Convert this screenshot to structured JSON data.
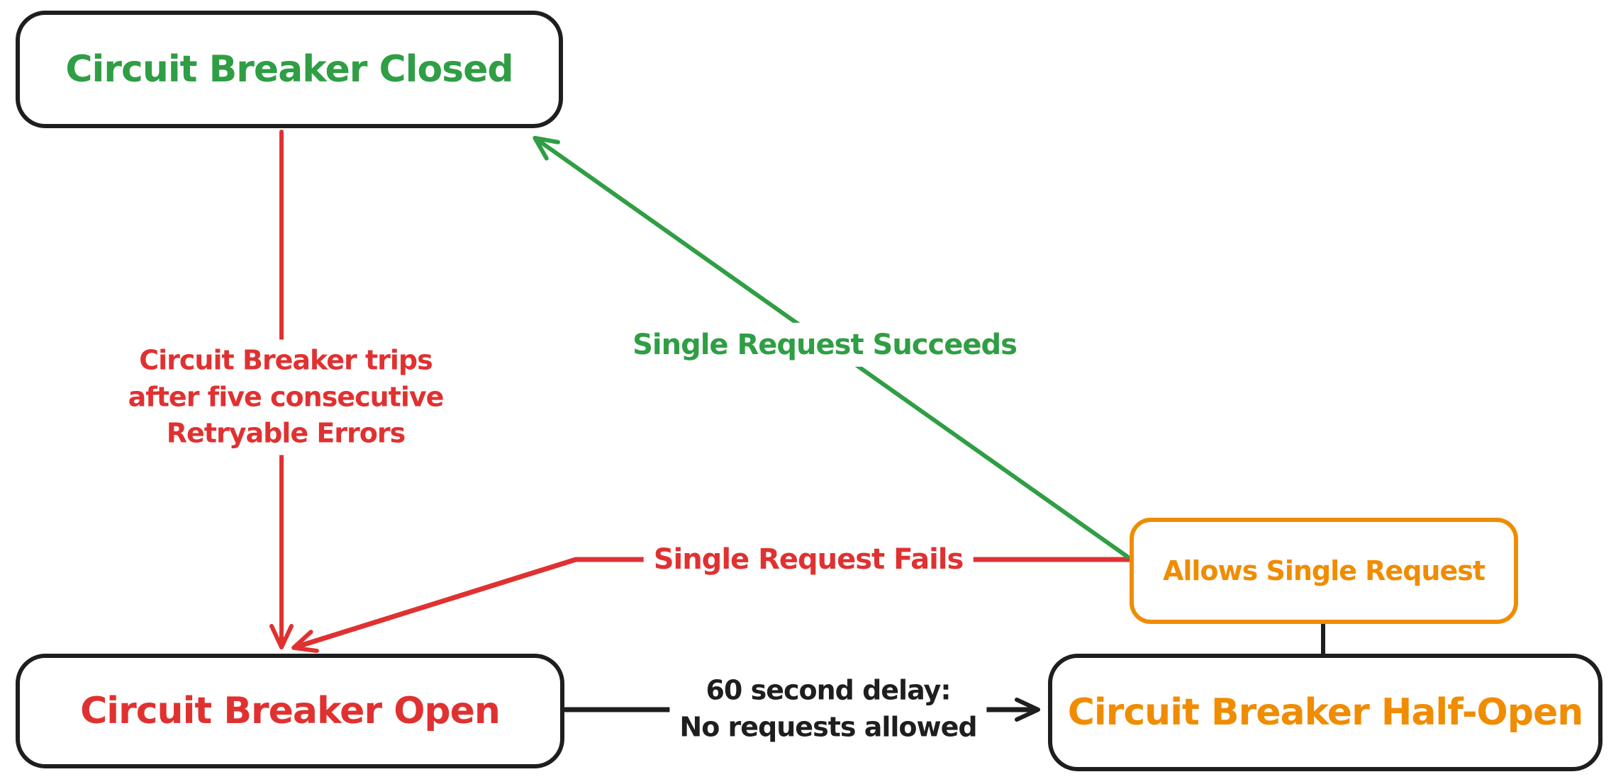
{
  "diagram": {
    "kind": "state-diagram",
    "subject": "Circuit Breaker states",
    "colors": {
      "green": "#2f9e44",
      "red": "#e03131",
      "orange": "#f08c00",
      "black": "#1e1e1e",
      "background": "#ffffff"
    },
    "nodes": {
      "closed": {
        "label": "Circuit Breaker Closed"
      },
      "open": {
        "label": "Circuit Breaker Open"
      },
      "half_open": {
        "label": "Circuit Breaker Half-Open"
      },
      "allows": {
        "label": "Allows Single Request"
      }
    },
    "edges": {
      "trip": {
        "from": "closed",
        "to": "open",
        "label_lines": [
          "Circuit Breaker trips",
          "after five consecutive",
          "Retryable Errors"
        ]
      },
      "succeeds": {
        "from": "allows",
        "to": "closed",
        "label": "Single Request Succeeds"
      },
      "fails": {
        "from": "allows",
        "to": "open",
        "label": "Single Request Fails"
      },
      "delay": {
        "from": "open",
        "to": "half_open",
        "label_lines": [
          "60 second delay:",
          "No requests allowed"
        ]
      },
      "connector": {
        "from": "allows",
        "to": "half_open",
        "label": ""
      }
    }
  }
}
